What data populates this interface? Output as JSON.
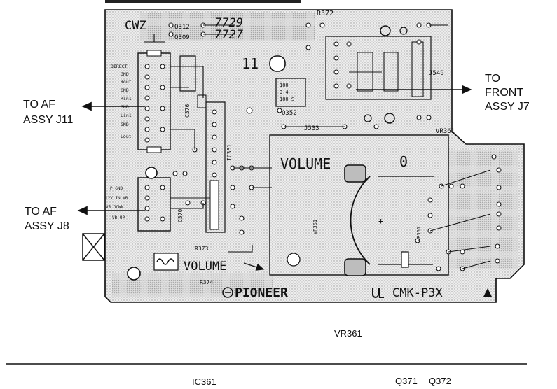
{
  "connectors": {
    "left_top": [
      "TO AF",
      "ASSY J11"
    ],
    "left_bottom": [
      "TO AF",
      "ASSY J8"
    ],
    "right": [
      "TO",
      "FRONT",
      "ASSY J7"
    ]
  },
  "board": {
    "top_code": "CWZ",
    "q312": "Q312",
    "q309": "Q309",
    "code1": "7729",
    "code2": "7727",
    "r372": "R372",
    "eleven": "11",
    "j11_pins": [
      "DIRECT",
      "GND",
      "Rout",
      "GND",
      "Rin1",
      "GND",
      "Lin1",
      "GND",
      "Lout"
    ],
    "j8_pins": [
      "P.GND",
      "12V IN VR",
      "VR DOWN",
      "VR UP"
    ],
    "q352": "Q352",
    "j533": "J533",
    "j549": "J549",
    "vr361_label": "VR361",
    "volume_top": "VOLUME",
    "volume_bottom": "VOLUME",
    "r373": "R373",
    "r374": "R374",
    "brand": "PIONEER",
    "model": "CMK-P3X",
    "c376": "C376",
    "c370": "C370",
    "ic361": "IC361",
    "vr361_side": "VR361",
    "zero": "0",
    "small_ref1": "100",
    "small_ref2": "3 4",
    "small_ref3": "100 S"
  },
  "captions": {
    "vr361": "VR361",
    "ic361": "IC361",
    "q371": "Q371",
    "q372": "Q372"
  },
  "colors": {
    "ink": "#111111",
    "board_fill": "#e9e9e9",
    "paper": "#ffffff"
  }
}
